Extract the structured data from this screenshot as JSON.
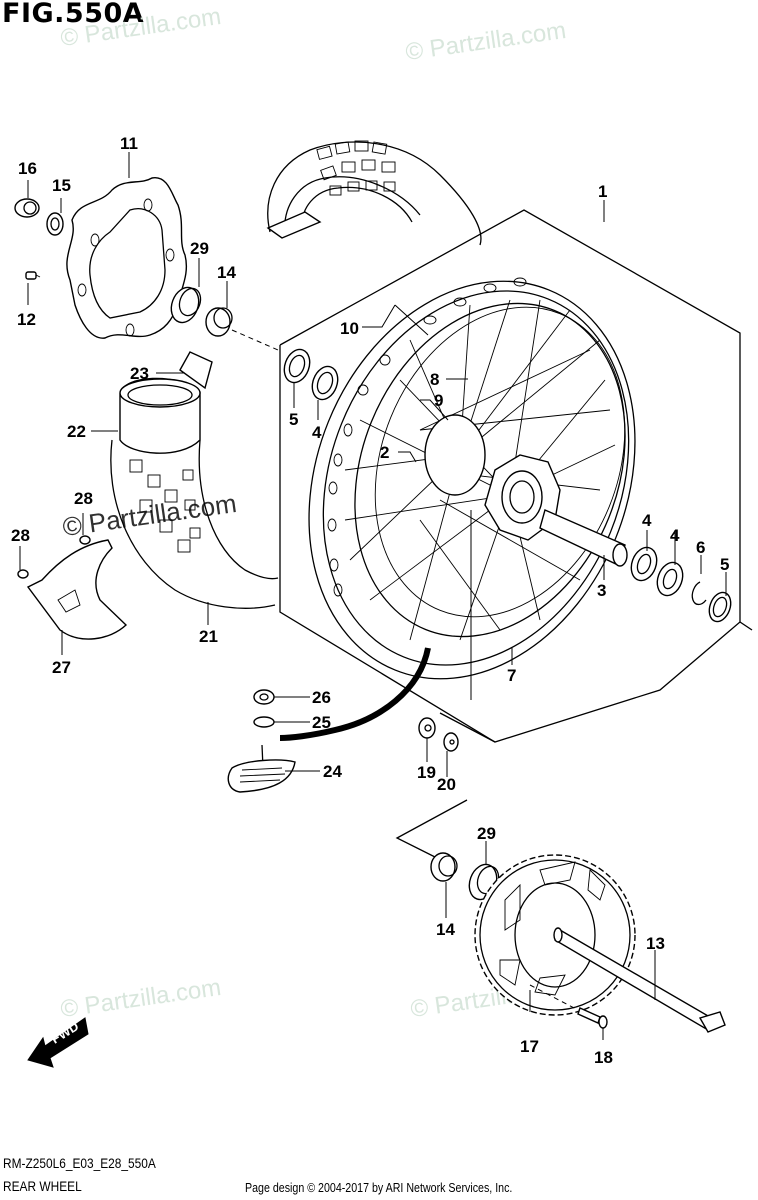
{
  "figure": {
    "title": "FIG.550A",
    "code": "RM-Z250L6_E03_E28_550A",
    "name": "REAR WHEEL"
  },
  "footer": {
    "copyright": "Page design © 2004-2017 by ARI Network Services, Inc."
  },
  "watermark": "© Partzilla.com",
  "direction_indicator": "FWD",
  "callouts": [
    {
      "id": "1",
      "label": "1"
    },
    {
      "id": "2",
      "label": "2"
    },
    {
      "id": "3",
      "label": "3"
    },
    {
      "id": "4a",
      "label": "4"
    },
    {
      "id": "4b",
      "label": "4"
    },
    {
      "id": "4c",
      "label": "4"
    },
    {
      "id": "5a",
      "label": "5"
    },
    {
      "id": "5b",
      "label": "5"
    },
    {
      "id": "6",
      "label": "6"
    },
    {
      "id": "7",
      "label": "7"
    },
    {
      "id": "8",
      "label": "8"
    },
    {
      "id": "9",
      "label": "9"
    },
    {
      "id": "10",
      "label": "10"
    },
    {
      "id": "11",
      "label": "11"
    },
    {
      "id": "12",
      "label": "12"
    },
    {
      "id": "13",
      "label": "13"
    },
    {
      "id": "14a",
      "label": "14"
    },
    {
      "id": "14b",
      "label": "14"
    },
    {
      "id": "15",
      "label": "15"
    },
    {
      "id": "16",
      "label": "16"
    },
    {
      "id": "17",
      "label": "17"
    },
    {
      "id": "18",
      "label": "18"
    },
    {
      "id": "19",
      "label": "19"
    },
    {
      "id": "20",
      "label": "20"
    },
    {
      "id": "21",
      "label": "21"
    },
    {
      "id": "22",
      "label": "22"
    },
    {
      "id": "23",
      "label": "23"
    },
    {
      "id": "24",
      "label": "24"
    },
    {
      "id": "25",
      "label": "25"
    },
    {
      "id": "26",
      "label": "26"
    },
    {
      "id": "27",
      "label": "27"
    },
    {
      "id": "28a",
      "label": "28"
    },
    {
      "id": "28b",
      "label": "28"
    },
    {
      "id": "29a",
      "label": "29"
    },
    {
      "id": "29b",
      "label": "29"
    }
  ],
  "parts": {
    "wheel_assy": "wheel-assembly",
    "tire": "tire",
    "tube": "tube",
    "rim_band": "rim-band",
    "brake_disc": "brake-disc",
    "sprocket": "rear-sprocket",
    "axle": "rear-axle",
    "disc_cover": "disc-cover"
  }
}
